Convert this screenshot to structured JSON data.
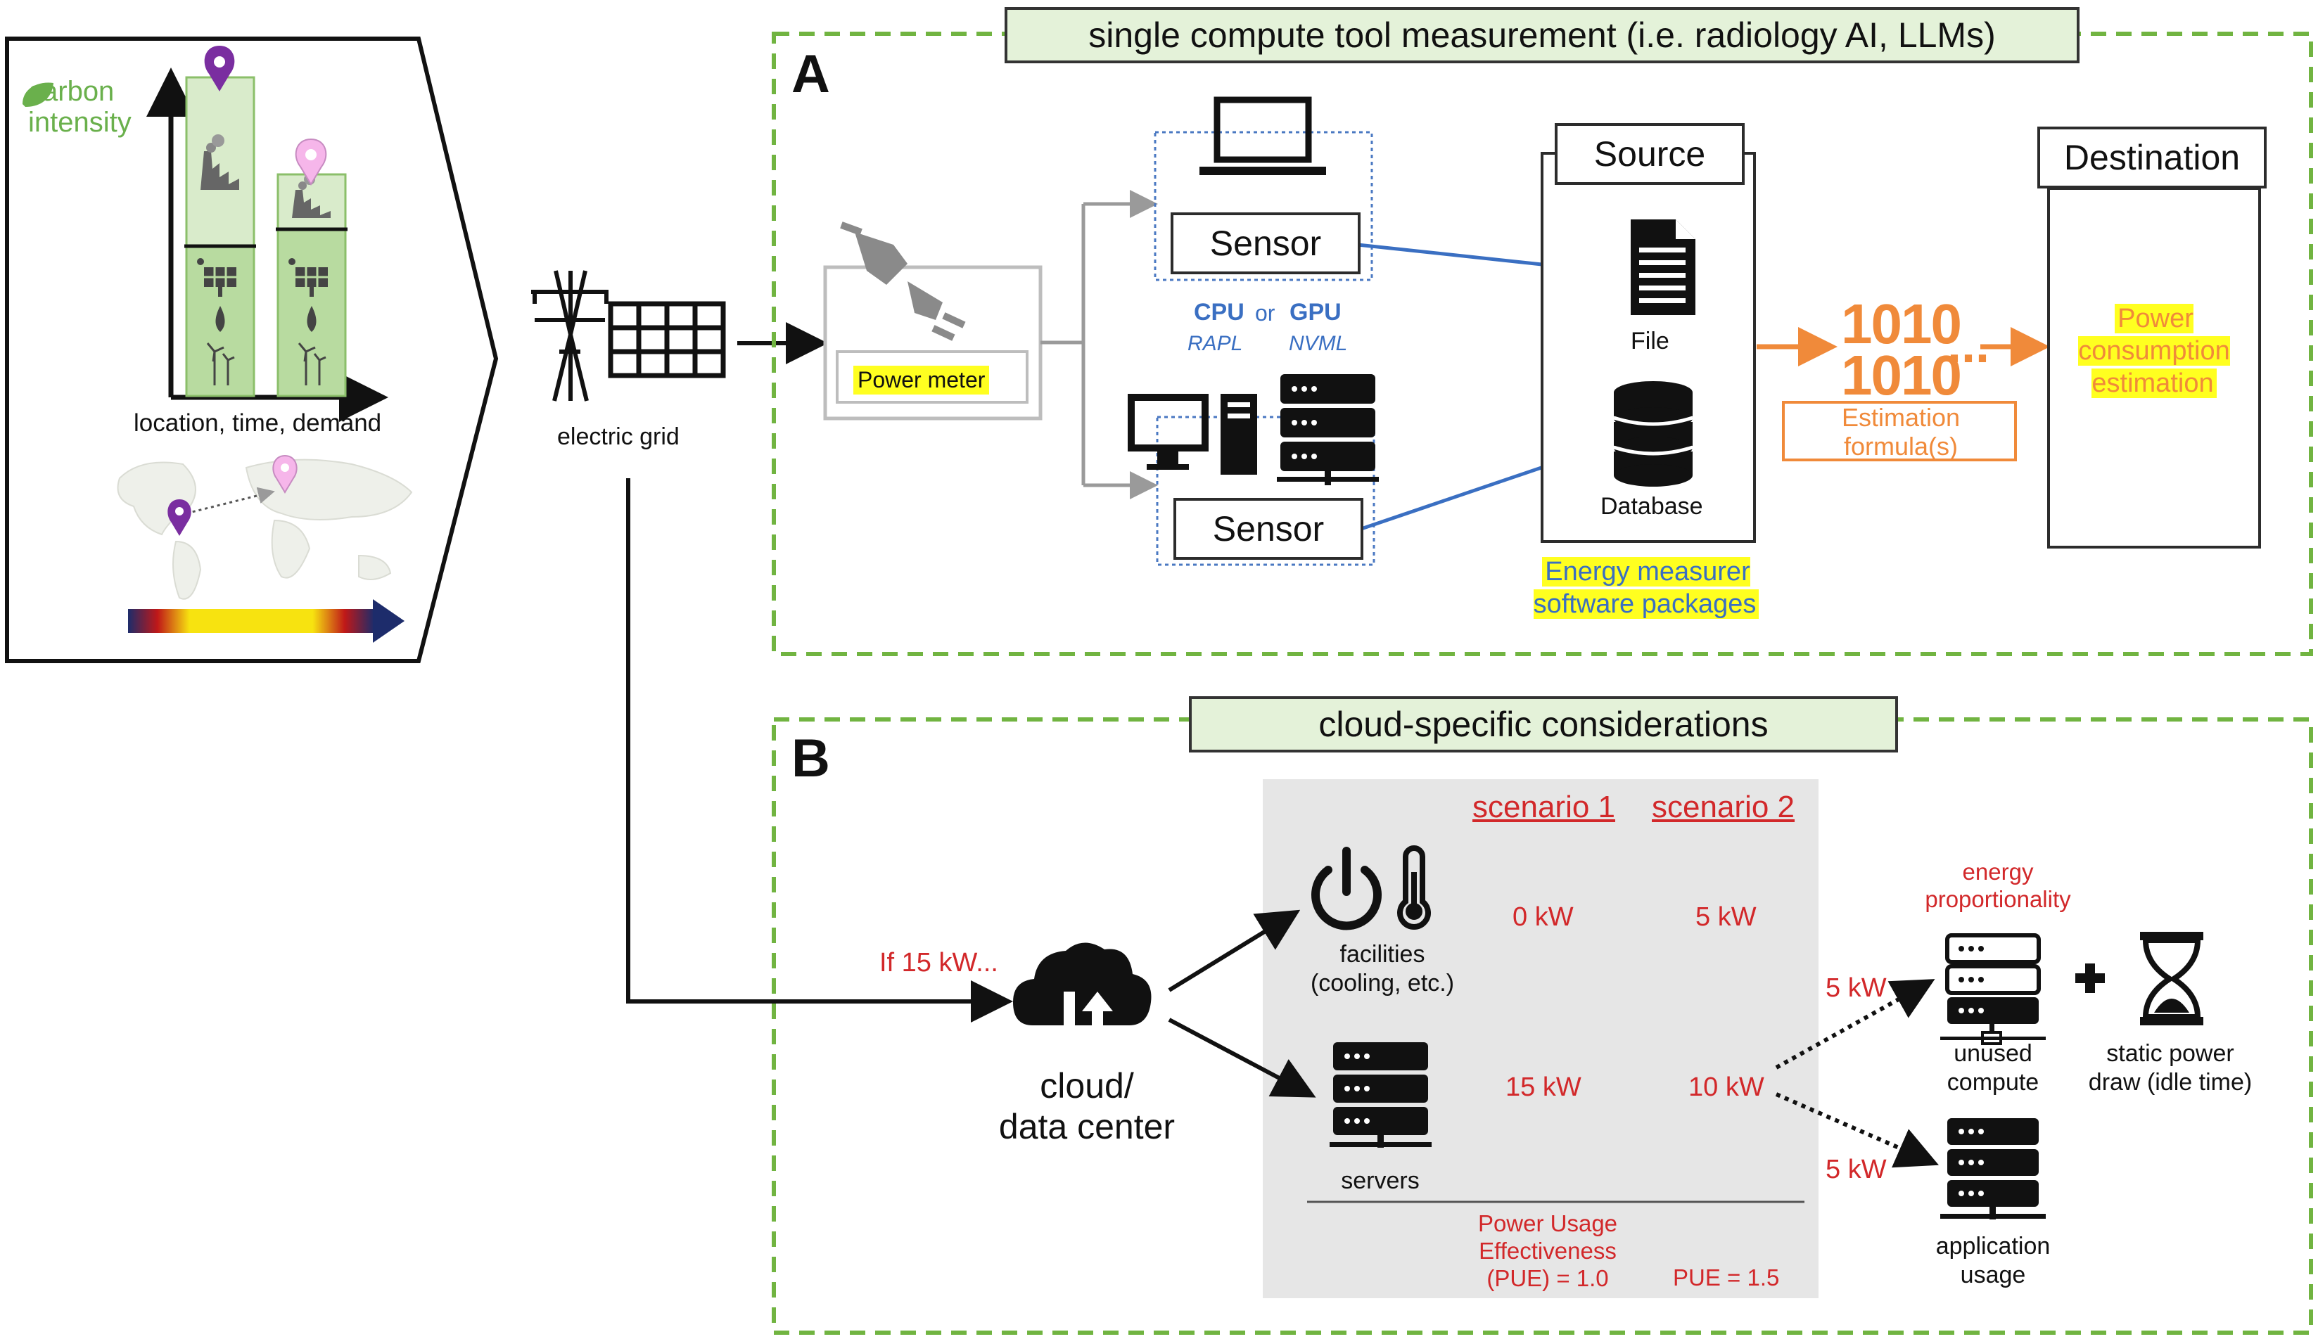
{
  "left_panel": {
    "carbon_intensity_label": "carbon\nintensity",
    "x_axis_label": "location, time, demand"
  },
  "grid": {
    "label": "electric grid"
  },
  "panel_a": {
    "letter": "A",
    "title": "single compute tool measurement (i.e. radiology AI, LLMs)",
    "power_meter": "Power meter",
    "sensor_top": "Sensor",
    "sensor_bottom": "Sensor",
    "cpu": "CPU",
    "or": "or",
    "gpu": "GPU",
    "rapl": "RAPL",
    "nvml": "NVML",
    "source": "Source",
    "file": "File",
    "database": "Database",
    "software_packages": "Energy measurer\nsoftware packages",
    "binary_top": "1010",
    "binary_bottom": "1010",
    "binary_dots": "...",
    "estimation_formula": "Estimation\nformula(s)",
    "destination": "Destination",
    "power_consumption": "Power\nconsumption\nestimation"
  },
  "panel_b": {
    "letter": "B",
    "title": "cloud-specific considerations",
    "if_label": "If 15 kW...",
    "cloud_label": "cloud/\ndata center",
    "scenario1": "scenario 1",
    "scenario2": "scenario 2",
    "facilities_label": "facilities\n(cooling, etc.)",
    "servers_label": "servers",
    "fac_s1": "0 kW",
    "fac_s2": "5 kW",
    "srv_s1": "15 kW",
    "srv_s2": "10 kW",
    "pue1": "Power Usage\nEffectiveness\n(PUE) = 1.0",
    "pue2": "PUE = 1.5",
    "energy_prop": "energy\nproportionality",
    "split_top": "5 kW",
    "split_bottom": "5 kW",
    "unused_compute": "unused\ncompute",
    "plus": "+",
    "static_power": "static power\ndraw (idle time)",
    "application_usage": "application\nusage"
  }
}
